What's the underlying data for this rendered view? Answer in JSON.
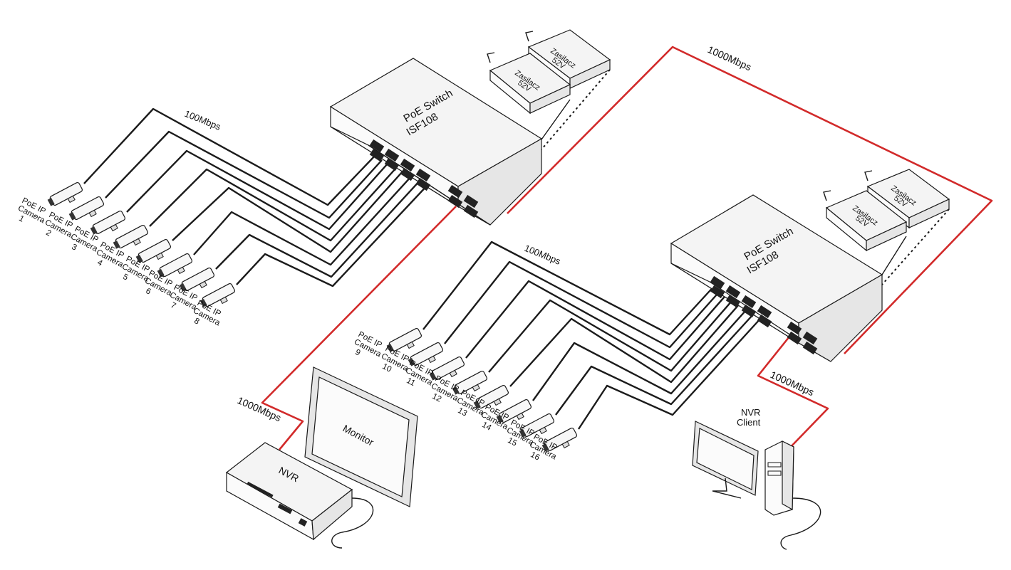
{
  "switch_1": {
    "line1": "PoE Switch",
    "line2": "ISF108"
  },
  "switch_2": {
    "line1": "PoE Switch",
    "line2": "ISF108"
  },
  "psu": {
    "label": "Zasilacz",
    "voltage": "52V"
  },
  "links": {
    "access_1": "100Mbps",
    "access_2": "100Mbps",
    "uplink": "1000Mbps",
    "nvr_link": "1000Mbps",
    "client_link": "1000Mbps"
  },
  "monitor": "Monitor",
  "nvr": "NVR",
  "nvr_client": {
    "line1": "NVR",
    "line2": "Client"
  },
  "cameras": [
    {
      "line1": "PoE IP",
      "line2": "Camera",
      "num": "1"
    },
    {
      "line1": "PoE IP",
      "line2": "Camera",
      "num": "2"
    },
    {
      "line1": "PoE IP",
      "line2": "Camera",
      "num": "3"
    },
    {
      "line1": "PoE IP",
      "line2": "Camera",
      "num": "4"
    },
    {
      "line1": "PoE IP",
      "line2": "Camera",
      "num": "5"
    },
    {
      "line1": "PoE IP",
      "line2": "Camera",
      "num": "6"
    },
    {
      "line1": "PoE IP",
      "line2": "Camera",
      "num": "7"
    },
    {
      "line1": "PoE IP",
      "line2": "Camera",
      "num": "8"
    },
    {
      "line1": "PoE IP",
      "line2": "Camera",
      "num": "9"
    },
    {
      "line1": "PoE IP",
      "line2": "Camera",
      "num": "10"
    },
    {
      "line1": "PoE IP",
      "line2": "Camera",
      "num": "11"
    },
    {
      "line1": "PoE IP",
      "line2": "Camera",
      "num": "12"
    },
    {
      "line1": "PoE IP",
      "line2": "Camera",
      "num": "13"
    },
    {
      "line1": "PoE IP",
      "line2": "Camera",
      "num": "14"
    },
    {
      "line1": "PoE IP",
      "line2": "Camera",
      "num": "15"
    },
    {
      "line1": "PoE IP",
      "line2": "Camera",
      "num": "16"
    }
  ],
  "colors": {
    "gigabit_link": "#d22a2a",
    "poe_cable": "#1b1b1b"
  }
}
